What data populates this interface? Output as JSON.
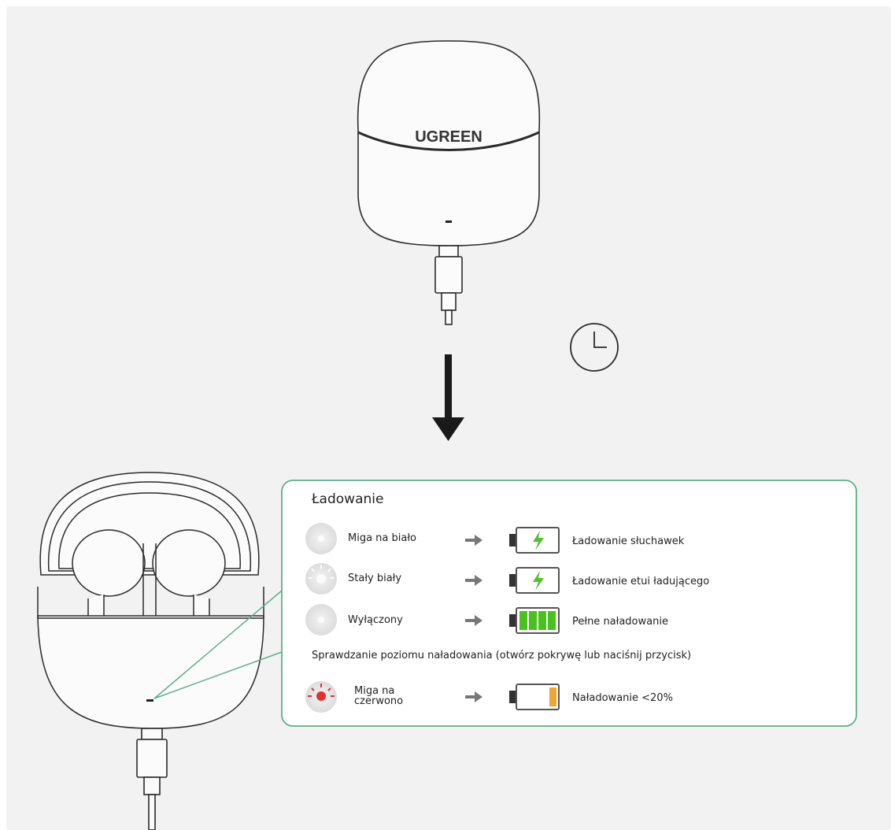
{
  "brand": "UGREEN",
  "panel": {
    "title": "Ładowanie",
    "rows": [
      {
        "status": "Miga na biało",
        "result": "Ładowanie słuchawek",
        "battery": "charging"
      },
      {
        "status": "Stały biały",
        "result": "Ładowanie etui ładującego",
        "battery": "charging"
      },
      {
        "status": "Wyłączony",
        "result": "Pełne naładowanie",
        "battery": "full"
      }
    ],
    "check_heading": "Sprawdzanie poziomu naładowania (otwórz pokrywę lub naciśnij przycisk)",
    "check_row": {
      "status_line1": "Miga na",
      "status_line2": "czerwono",
      "result": "Naładowanie <20%",
      "battery": "low"
    }
  },
  "colors": {
    "background": "#f2f2f2",
    "panel_border": "#5fae8c",
    "charge_bolt": "#53c22b",
    "battery_full": "#49c11e",
    "battery_low": "#f2a52e",
    "led_red": "#e53030",
    "led_white_disc": "#dedede"
  }
}
